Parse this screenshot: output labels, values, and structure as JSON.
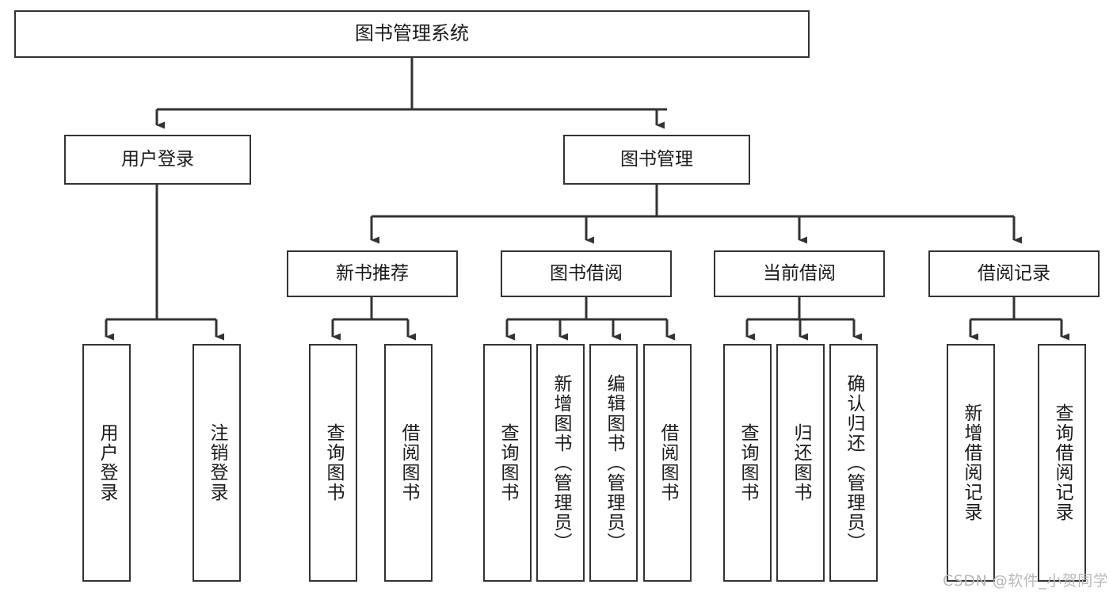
{
  "diagram": {
    "title": "图书管理系统",
    "type": "tree-hierarchy",
    "levels": {
      "root": {
        "label": "图书管理系统"
      },
      "level2": [
        {
          "id": "user-login",
          "label": "用户登录"
        },
        {
          "id": "book-management",
          "label": "图书管理"
        }
      ],
      "level3": [
        {
          "id": "new-book-recommend",
          "label": "新书推荐",
          "parent": "book-management"
        },
        {
          "id": "book-borrow",
          "label": "图书借阅",
          "parent": "book-management"
        },
        {
          "id": "current-borrow",
          "label": "当前借阅",
          "parent": "book-management"
        },
        {
          "id": "borrow-record",
          "label": "借阅记录",
          "parent": "book-management"
        }
      ],
      "leaves": [
        {
          "id": "leaf-user-login",
          "label": "用户登录",
          "parent": "user-login"
        },
        {
          "id": "leaf-logout-login",
          "label": "注销登录",
          "parent": "user-login"
        },
        {
          "id": "leaf-query-book-1",
          "label": "查询图书",
          "parent": "new-book-recommend"
        },
        {
          "id": "leaf-borrow-book-1",
          "label": "借阅图书",
          "parent": "new-book-recommend"
        },
        {
          "id": "leaf-query-book-2",
          "label": "查询图书",
          "parent": "book-borrow"
        },
        {
          "id": "leaf-add-book",
          "label": "新增图书（管理员）",
          "parent": "book-borrow"
        },
        {
          "id": "leaf-edit-book",
          "label": "编辑图书（管理员）",
          "parent": "book-borrow"
        },
        {
          "id": "leaf-borrow-book-2",
          "label": "借阅图书",
          "parent": "book-borrow"
        },
        {
          "id": "leaf-query-book-3",
          "label": "查询图书",
          "parent": "current-borrow"
        },
        {
          "id": "leaf-return-book",
          "label": "归还图书",
          "parent": "current-borrow"
        },
        {
          "id": "leaf-confirm-return",
          "label": "确认归还（管理员）",
          "parent": "current-borrow"
        },
        {
          "id": "leaf-add-record",
          "label": "新增借阅记录",
          "parent": "borrow-record"
        },
        {
          "id": "leaf-query-record",
          "label": "查询借阅记录",
          "parent": "borrow-record"
        }
      ]
    },
    "colors": {
      "stroke": "#333333",
      "fill": "#ffffff",
      "text": "#1a1a1a",
      "watermark": "#b9b9b9"
    }
  },
  "watermark": {
    "text": "CSDN @软件_小贺同学"
  }
}
